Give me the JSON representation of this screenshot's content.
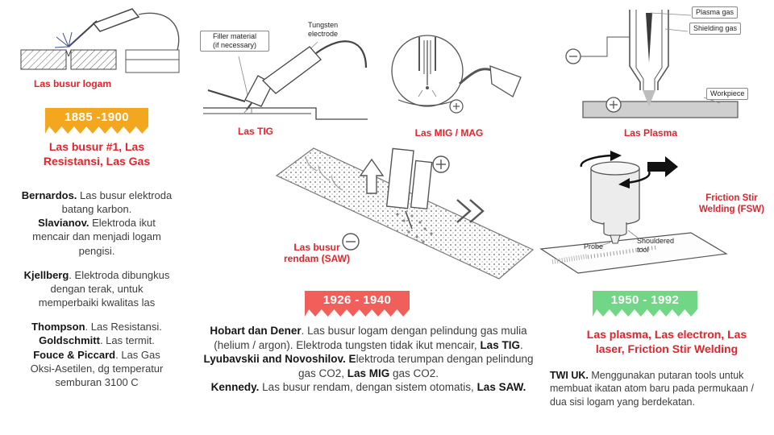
{
  "colors": {
    "accent_red": "#e3232b",
    "banner_orange": "#f2a71e",
    "banner_red": "#f15f5b",
    "banner_green": "#72d687",
    "body_text": "#3d3d3d"
  },
  "era1": {
    "diagram_label": "Las busur logam",
    "banner": "1885 -1900",
    "heading": "Las busur #1, Las Resistansi, Las Gas",
    "paragraphs": [
      [
        {
          "t": "Bernardos.",
          "b": true
        },
        {
          "t": " Las busur elektroda batang karbon.",
          "b": false
        }
      ],
      [
        {
          "t": "Slavianov.",
          "b": true
        },
        {
          "t": " Elektroda ikut mencair dan menjadi logam pengisi.",
          "b": false
        }
      ],
      [
        {
          "t": "Kjellberg",
          "b": true
        },
        {
          "t": ". Elektroda dibungkus dengan terak, untuk memperbaiki kwalitas las",
          "b": false
        }
      ],
      [
        {
          "t": "Thompson",
          "b": true
        },
        {
          "t": ". Las Resistansi.",
          "b": false
        }
      ],
      [
        {
          "t": "Goldschmitt",
          "b": true
        },
        {
          "t": ". Las termit.",
          "b": false
        }
      ],
      [
        {
          "t": "Fouce & Piccard",
          "b": true
        },
        {
          "t": ". Las Gas Oksi-Asetilen, dg temperatur semburan 3100 C",
          "b": false
        }
      ]
    ]
  },
  "era2": {
    "labels": {
      "filler_material": "Filler material\n(if necessary)",
      "tungsten_electrode": "Tungsten\nelectrode",
      "tig": "Las TIG",
      "mig_mag": "Las MIG / MAG",
      "saw": "Las busur\nrendam (SAW)"
    },
    "banner": "1926 - 1940",
    "paragraphs": [
      [
        {
          "t": "Hobart dan Dener",
          "b": true
        },
        {
          "t": ". Las busur logam dengan pelindung gas mulia (helium / argon). Elektroda tungsten tidak ikut mencair, ",
          "b": false
        },
        {
          "t": "Las TIG",
          "b": true
        },
        {
          "t": ".",
          "b": false
        }
      ],
      [
        {
          "t": "Lyubavskii and Novoshilov. E",
          "b": true
        },
        {
          "t": "lektroda terumpan dengan pelindung gas CO2, ",
          "b": false
        },
        {
          "t": "Las MIG",
          "b": true
        },
        {
          "t": " gas CO2.",
          "b": false
        }
      ],
      [
        {
          "t": "Kennedy.",
          "b": true
        },
        {
          "t": " Las busur rendam, dengan sistem otomatis, ",
          "b": false
        },
        {
          "t": "Las SAW.",
          "b": true
        }
      ]
    ]
  },
  "era3": {
    "labels": {
      "plasma_gas": "Plasma gas",
      "shielding_gas": "Shielding gas",
      "workpiece": "Workpiece",
      "plasma": "Las Plasma",
      "fsw": "Friction Stir\nWelding (FSW)",
      "probe": "Probe",
      "shouldered_tool": "Shouldered tool"
    },
    "banner": "1950 - 1992",
    "heading": "Las plasma, Las electron, Las laser, Friction Stir Welding",
    "paragraph": [
      {
        "t": "TWI UK.",
        "b": true
      },
      {
        "t": " Menggunakan putaran tools untuk membuat ikatan atom baru pada permukaan / dua sisi logam yang berdekatan.",
        "b": false
      }
    ]
  }
}
